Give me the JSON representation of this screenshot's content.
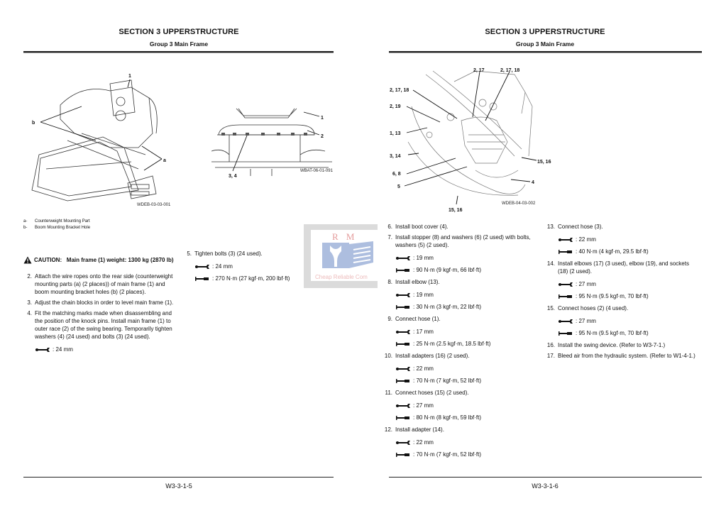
{
  "left_page": {
    "section_title": "SECTION 3 UPPERSTRUCTURE",
    "group_title": "Group 3 Main Frame",
    "figure1": {
      "id": "WDEB-03-03-001",
      "callouts": [
        "1",
        "b",
        "a"
      ]
    },
    "figure2": {
      "id": "WBAT-06-01-091",
      "callouts": [
        "1",
        "2",
        "3, 4"
      ]
    },
    "legend": [
      {
        "key": "a-",
        "text": "Counterweight Mounting Part"
      },
      {
        "key": "b-",
        "text": "Boom Mounting Bracket Hole"
      }
    ],
    "caution": {
      "label": "CAUTION:",
      "text": "Main frame (1) weight:  1300 kg (2870 lb)"
    },
    "col1_steps": [
      {
        "num": "2.",
        "text": "Attach the wire ropes onto the rear side (counterweight mounting parts (a) (2 places)) of main frame (1) and boom mounting bracket holes (b) (2 places).",
        "specs": []
      },
      {
        "num": "3.",
        "text": "Adjust the chain blocks in order to level main frame (1).",
        "specs": []
      },
      {
        "num": "4.",
        "text": "Fit the matching marks made when disassembling and the position of the knock pins. Install main frame (1) to outer race (2) of the swing bearing. Temporarily tighten washers (4) (24 used) and bolts (3) (24 used).",
        "specs": [
          {
            "icon": "wrench",
            "value": ": 24 mm"
          }
        ]
      }
    ],
    "col2_steps": [
      {
        "num": "5.",
        "text": "Tighten bolts (3) (24 used).",
        "specs": [
          {
            "icon": "wrench",
            "value": ": 24 mm"
          },
          {
            "icon": "torque",
            "value": ": 270 N·m (27 kgf·m, 200 lbf·ft)"
          }
        ]
      }
    ],
    "page_number": "W3-3-1-5"
  },
  "right_page": {
    "section_title": "SECTION 3 UPPERSTRUCTURE",
    "group_title": "Group 3 Main Frame",
    "figure": {
      "id": "WDEB-04-03-002",
      "callouts": [
        "2, 17",
        "2, 17, 18",
        "2, 17, 18",
        "2, 19",
        "1, 13",
        "3, 14",
        "6, 8",
        "5",
        "15, 16",
        "4",
        "15, 16"
      ]
    },
    "col1_steps": [
      {
        "num": "6.",
        "text": "Install boot cover (4).",
        "specs": []
      },
      {
        "num": "7.",
        "text": "Install stopper (8) and washers (6) (2 used) with bolts, washers (5) (2 used).",
        "specs": [
          {
            "icon": "wrench",
            "value": ": 19 mm"
          },
          {
            "icon": "torque",
            "value": ": 90 N·m (9 kgf·m, 66 lbf·ft)"
          }
        ]
      },
      {
        "num": "8.",
        "text": "Install elbow (13).",
        "specs": [
          {
            "icon": "wrench",
            "value": ": 19 mm"
          },
          {
            "icon": "torque",
            "value": ": 30 N·m (3 kgf·m, 22 lbf·ft)"
          }
        ]
      },
      {
        "num": "9.",
        "text": "Connect hose (1).",
        "specs": [
          {
            "icon": "wrench",
            "value": ": 17 mm"
          },
          {
            "icon": "torque",
            "value": ": 25 N·m (2.5 kgf·m, 18.5 lbf·ft)"
          }
        ]
      },
      {
        "num": "10.",
        "text": "Install adapters (16) (2 used).",
        "specs": [
          {
            "icon": "wrench",
            "value": ": 22 mm"
          },
          {
            "icon": "torque",
            "value": ": 70 N·m (7 kgf·m, 52 lbf·ft)"
          }
        ]
      },
      {
        "num": "11.",
        "text": "Connect hoses (15) (2 used).",
        "specs": [
          {
            "icon": "wrench",
            "value": ": 27 mm"
          },
          {
            "icon": "torque",
            "value": ": 80 N·m (8 kgf·m, 59 lbf·ft)"
          }
        ]
      },
      {
        "num": "12.",
        "text": "Install adapter (14).",
        "specs": [
          {
            "icon": "wrench",
            "value": ": 22 mm"
          },
          {
            "icon": "torque",
            "value": ": 70 N·m (7 kgf·m, 52 lbf·ft)"
          }
        ]
      }
    ],
    "col2_steps": [
      {
        "num": "13.",
        "text": "Connect hose (3).",
        "specs": [
          {
            "icon": "wrench",
            "value": ": 22 mm"
          },
          {
            "icon": "torque",
            "value": ": 40 N·m (4 kgf·m, 29.5 lbf·ft)"
          }
        ]
      },
      {
        "num": "14.",
        "text": "Install elbows (17) (3 used), elbow (19), and sockets (18) (2 used).",
        "specs": [
          {
            "icon": "wrench",
            "value": ": 27 mm"
          },
          {
            "icon": "torque",
            "value": ": 95 N·m (9.5 kgf·m, 70 lbf·ft)"
          }
        ]
      },
      {
        "num": "15.",
        "text": "Connect hoses (2) (4 used).",
        "specs": [
          {
            "icon": "wrench",
            "value": ": 27 mm"
          },
          {
            "icon": "torque",
            "value": ": 95 N·m (9.5 kgf·m, 70 lbf·ft)"
          }
        ]
      },
      {
        "num": "16.",
        "text": "Install the swing device. (Refer to W3-7-1.)",
        "specs": []
      },
      {
        "num": "17.",
        "text": "Bleed air from the hydraulic system. (Refer to W1-4-1.)",
        "specs": []
      }
    ],
    "page_number": "W3-3-1-6"
  },
  "watermark": {
    "brand": "R M",
    "tagline": "Cheap Reliable Com",
    "brand_color": "#e08a8a",
    "icon_color": "#9fb3da"
  }
}
